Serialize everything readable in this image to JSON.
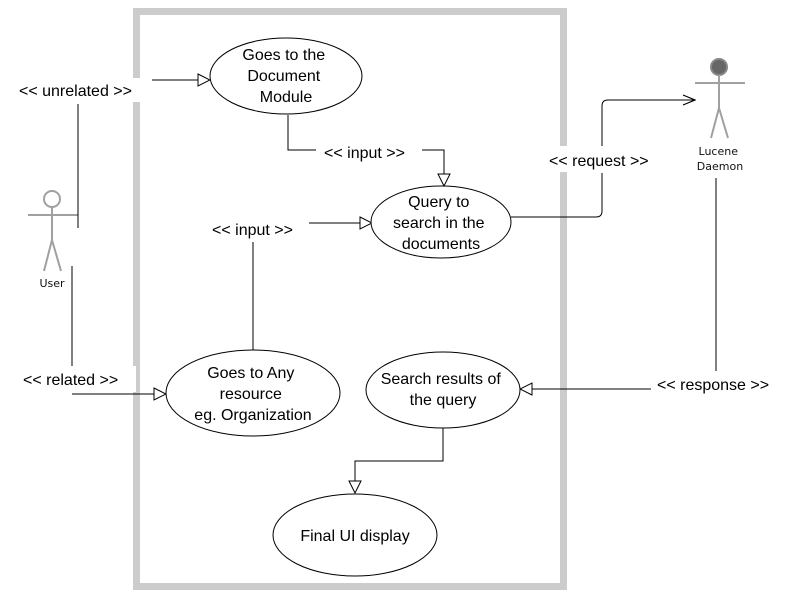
{
  "diagram": {
    "type": "uml-use-case",
    "colors": {
      "boundary": "#cccccc",
      "actor_user": "#a0a0a0",
      "actor_daemon": "#a0a0a0",
      "actor_daemon_head": "#666666",
      "line": "#000000"
    },
    "actors": [
      {
        "id": "user",
        "label": "User"
      },
      {
        "id": "lucene",
        "label_lines": [
          "Lucene",
          "Daemon"
        ]
      }
    ],
    "use_cases": [
      {
        "id": "doc_module",
        "lines": [
          "Goes to the",
          "Document",
          "Module"
        ]
      },
      {
        "id": "query",
        "lines": [
          "Query to",
          "search in the",
          "documents"
        ]
      },
      {
        "id": "any_resource",
        "lines": [
          "Goes to Any",
          "resource",
          "eg. Organization"
        ]
      },
      {
        "id": "search_results",
        "lines": [
          "Search results of",
          "the query"
        ]
      },
      {
        "id": "final_ui",
        "lines": [
          "Final UI display"
        ]
      }
    ],
    "relations": [
      {
        "from": "user",
        "to": "doc_module",
        "label": "<< unrelated >>"
      },
      {
        "from": "user",
        "to": "any_resource",
        "label": "<< related >>"
      },
      {
        "from": "doc_module",
        "to": "query",
        "label": "<< input >>"
      },
      {
        "from": "any_resource",
        "to": "query",
        "label": "<< input >>"
      },
      {
        "from": "query",
        "to": "lucene",
        "label": "<< request >>"
      },
      {
        "from": "lucene",
        "to": "search_results",
        "label": "<< response >>"
      },
      {
        "from": "search_results",
        "to": "final_ui",
        "label": ""
      }
    ]
  }
}
